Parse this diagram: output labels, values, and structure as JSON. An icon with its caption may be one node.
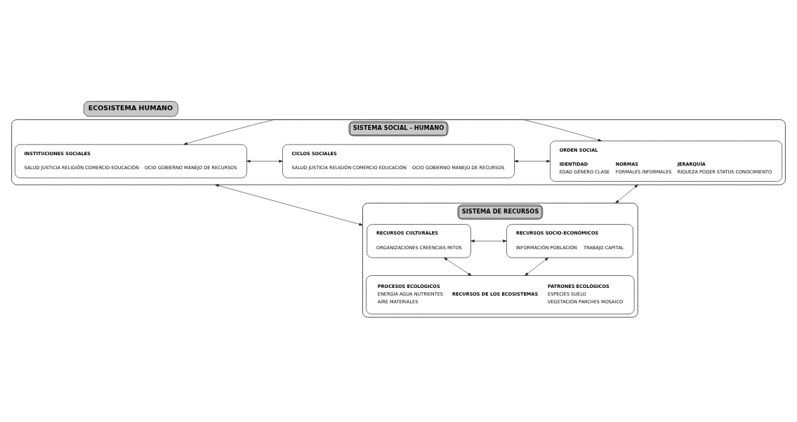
{
  "diagram": {
    "nodes": [
      {
        "text": [
          "ECOSISTEMA HUMANO"
        ]
      },
      {
        "text": [
          "SISTEMA SOCIAL - HUMANO"
        ]
      },
      {
        "text": [
          "INSTITUCIONES SOCIALES",
          "SALUD JUSTICIA RELIGIÓN COMERCIO EDUCACIÓN",
          "OCIO GOBIERNO MANEJO DE RECURSOS"
        ],
        "in": 1
      },
      {
        "text": [
          "CICLOS SOCIALES",
          "SALUD JUSTICIA RELIGIÓN COMERCIO EDUCACIÓN",
          "OCIO GOBIERNO MANEJO DE RECURSOS"
        ],
        "in": 1
      },
      {
        "text": [
          "ORDEN SOCIAL",
          "IDENTIDAD",
          "EDAD GÉNERO CLASE",
          "NORMAS",
          "FORMALES INFORMALES",
          "JERARQUÍA",
          "RIQUEZA PODER STATUS CONOCIMIENTO"
        ],
        "in": 1
      },
      {
        "text": [
          "SISTEMA DE RECURSOS"
        ]
      },
      {
        "text": [
          "RECURSOS CULTURALES",
          "ORGANIZACIONES CREENCIAS MITOS"
        ],
        "in": 5
      },
      {
        "text": [
          "RECURSOS SOCIO-ECONÓMICOS",
          "INFORMACIÓN POBLACIÓN",
          "TRABAJO CAPITAL"
        ],
        "in": 5
      },
      {
        "text": [
          "PROCESOS ECOLÓGICOS",
          "ENERGÍA AGUA NUTRIENTES",
          "AIRE MATERIALES",
          "RECURSOS DE LOS ECOSISTEMAS",
          "PATRONES ECOLÓGICOS",
          "ESPECIES SUELO",
          "VEGETACIÓN PARCHES MOSAICO"
        ],
        "in": 5
      }
    ],
    "edges": [
      {
        "from": 2,
        "to": 3,
        "arrow": "both"
      },
      {
        "from": 3,
        "to": 4,
        "arrow": "both"
      },
      {
        "from": 2,
        "to": 4,
        "arrow": "both"
      },
      {
        "from": 1,
        "to": 5,
        "arrow": "both"
      },
      {
        "from": 1,
        "to": 5,
        "arrow": "both"
      },
      {
        "from": 6,
        "to": 7,
        "arrow": "both"
      },
      {
        "from": 6,
        "to": 8,
        "arrow": "both"
      },
      {
        "from": 7,
        "to": 8,
        "arrow": "both"
      }
    ]
  }
}
